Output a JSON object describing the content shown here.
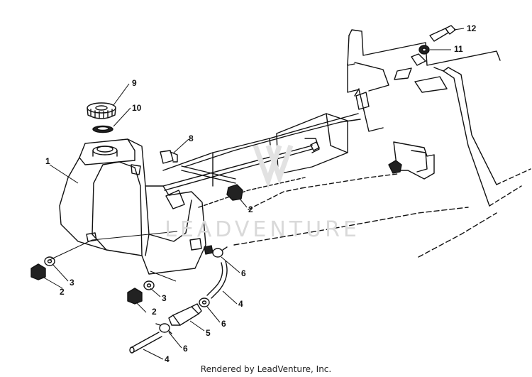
{
  "watermark": "LEADVENTURE",
  "footer": "Rendered by LeadVenture, Inc.",
  "callouts": [
    "1",
    "2",
    "2",
    "2",
    "3",
    "3",
    "4",
    "4",
    "5",
    "6",
    "6",
    "6",
    "8",
    "9",
    "10",
    "11",
    "12"
  ]
}
